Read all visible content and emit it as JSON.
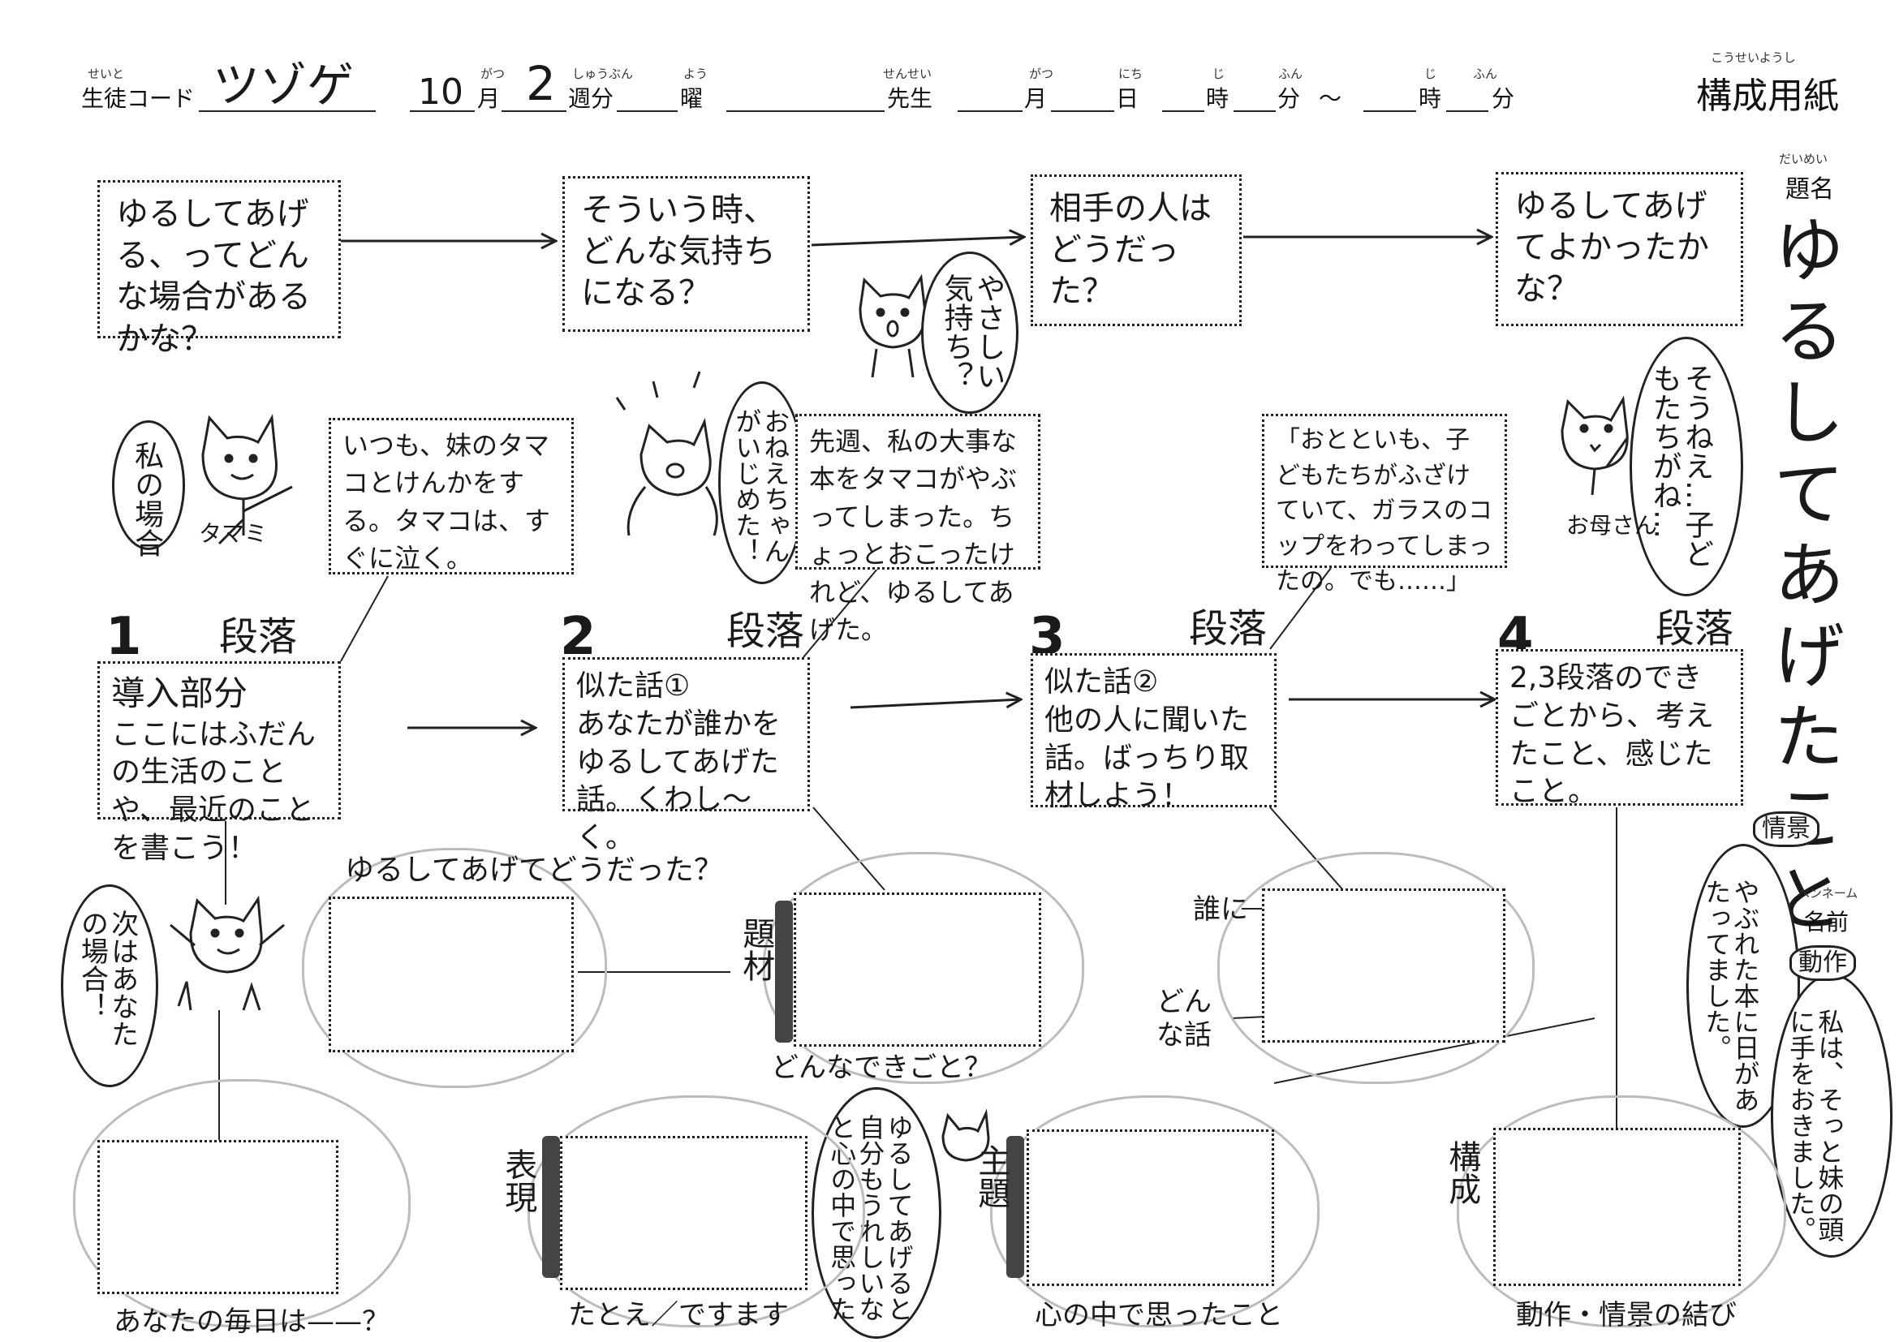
{
  "header": {
    "ruby": {
      "seito": "せいと",
      "gatsu": "がつ",
      "shubun": "しゅうぶん",
      "you": "よう",
      "sensei": "せんせい",
      "gatsu2": "がつ",
      "nichi": "にち",
      "ji": "じ",
      "fun": "ふん",
      "ji2": "じ",
      "fun2": "ふん",
      "kousei": "こうせいようし"
    },
    "student_code_label": "生徒コード",
    "student_code_value": "ツゾゲ",
    "month_value": "10",
    "month_label": "月",
    "week_value": "2",
    "week_label": "週分",
    "youbi_label": "曜",
    "teacher_label": "先生",
    "date_month": "月",
    "date_day": "日",
    "time_h1": "時",
    "time_m1": "分",
    "tilde": "～",
    "time_h2": "時",
    "time_m2": "分",
    "sheet_title": "構成用紙"
  },
  "title_block": {
    "ruby": "だいめい",
    "label": "題名",
    "value": "ゆるしてあげたこと"
  },
  "name_block": {
    "ruby": "ペンネーム",
    "label": "名前"
  },
  "questions": [
    "ゆるしてあげる、ってどんな場合があるかな？",
    "そういう時、どんな気持ちになる？",
    "相手の人はどうだった？",
    "ゆるしてあげてよかったかな？"
  ],
  "characters": {
    "tamami_speech": "私の場合",
    "tamami_name": "タマミ",
    "tamako_speech": "おねえちゃんがいじめた！",
    "cat_speech": "やさしい気持ち？",
    "mother_speech": "そうねえ…子どもたちがね…",
    "mother_name": "お母さん",
    "next_speech": "次はあなたの場合！",
    "yurushite_speech": "ゆるしてあげると自分もうれしいなと心の中で思った",
    "kokei_speech": "やぶれた本に日があたってました。",
    "kokei_tag": "情景",
    "dousa_speech": "私は、そっと妹の頭に手をおきました。",
    "dousa_tag": "動作"
  },
  "examples": [
    "いつも、妹のタマコとけんかをする。タマコは、すぐに泣く。",
    "先週、私の大事な本をタマコがやぶってしまった。ちょっとおこったけれど、ゆるしてあげた。",
    "「おとといも、子どもたちがふざけていて、ガラスのコップをわってしまったの。でも……」"
  ],
  "paragraphs": [
    {
      "num": "1",
      "label": "段落",
      "title": "導入部分",
      "desc": "ここにはふだんの生活のことや、最近のことを書こう！"
    },
    {
      "num": "2",
      "label": "段落",
      "title": "似た話①",
      "desc": "あなたが誰かをゆるしてあげた話。くわし〜く。"
    },
    {
      "num": "3",
      "label": "段落",
      "title": "似た話②",
      "desc": "他の人に聞いた話。ばっちり取材しよう！"
    },
    {
      "num": "4",
      "label": "段落",
      "title": "",
      "desc": "2,3段落のできごとから、考えたこと、感じたこと。"
    }
  ],
  "prompts": {
    "yurushite": "ゆるしてあげてどうだった？",
    "dai": "題材",
    "donna": "どんなできごと？",
    "dare": "誰に",
    "donnahanashi": "どんな話",
    "mainichi": "あなたの毎日は——？",
    "hyougen": "表現",
    "tatoe": "たとえ／ですます",
    "shudai": "主題",
    "kokoro": "心の中で思ったこと",
    "kousei": "構成",
    "dousa": "動作・情景の結び"
  }
}
